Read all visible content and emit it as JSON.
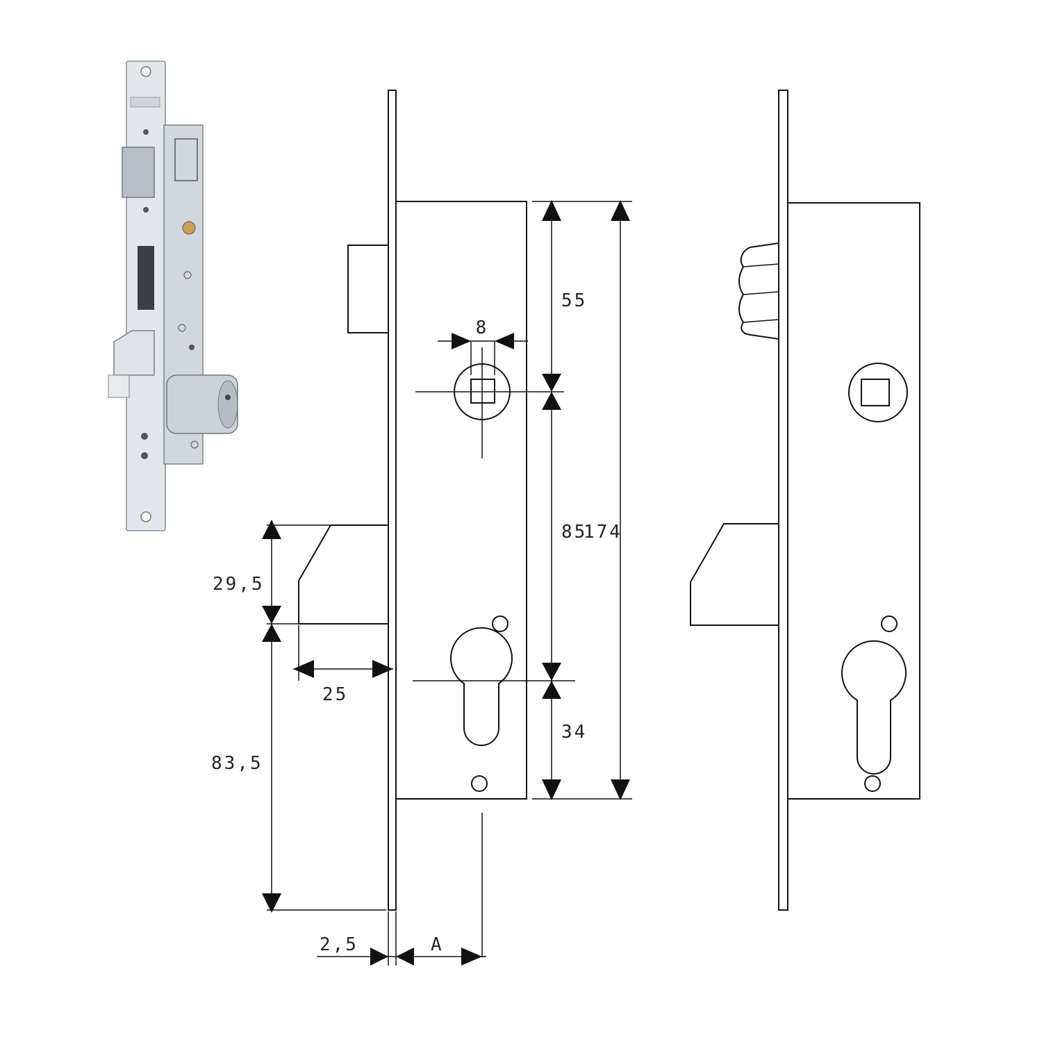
{
  "dimensions": {
    "spindle_width": "8",
    "top_to_spindle": "55",
    "spindle_to_cylinder": "85",
    "total_height": "174",
    "cylinder_to_bottom": "34",
    "latch_height": "29,5",
    "latch_projection": "25",
    "latch_to_bottom": "83,5",
    "faceplate_thickness": "2,5",
    "backset": "A"
  },
  "icons": {
    "product_photo": "mortise-lock-photo-icon",
    "front_view": "lock-front-view-drawing",
    "side_view": "lock-side-view-drawing"
  }
}
